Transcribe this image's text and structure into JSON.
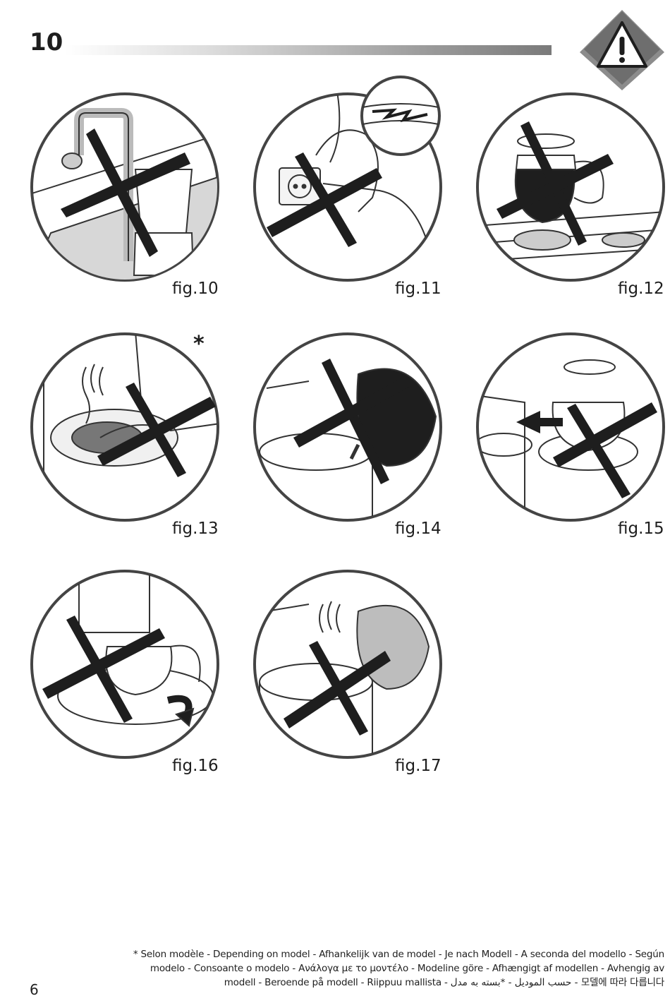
{
  "header": {
    "section_number": "10",
    "warning_icon": "warning-triangle-icon"
  },
  "figures": [
    {
      "caption": "fig.10",
      "scene": "carafe-under-tap"
    },
    {
      "caption": "fig.11",
      "scene": "damaged-cord-unplug"
    },
    {
      "caption": "fig.12",
      "scene": "jug-on-hob"
    },
    {
      "caption": "fig.13",
      "scene": "touch-hot-plate"
    },
    {
      "caption": "fig.14",
      "scene": "pour-hot-into-tank"
    },
    {
      "caption": "fig.15",
      "scene": "remove-jug-early"
    },
    {
      "caption": "fig.16",
      "scene": "rotate-jug-on-plate"
    },
    {
      "caption": "fig.17",
      "scene": "pour-hot-water-tank"
    }
  ],
  "asterisk": "*",
  "page_number": "6",
  "footnote": {
    "line1": "* Selon modèle - Depending on model - Afhankelijk van de model - Je nach Modell - A seconda del modello - Según",
    "line2": "modelo - Consoante o modelo - Ανάλογα με το μοντέλο - Modeline göre - Afhængigt af modellen - Avhengig av",
    "line3": "modell  - Beroende på modell - Riippuu mallista - حسب الموديل - *بسته به مدل - 모델에 따라 다릅니다"
  }
}
